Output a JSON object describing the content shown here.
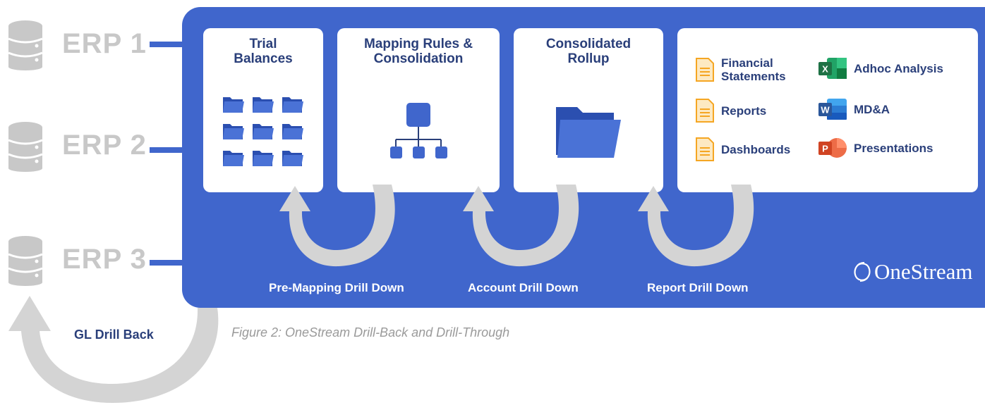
{
  "erps": [
    "ERP 1",
    "ERP 2",
    "ERP 3"
  ],
  "cards": {
    "trial": "Trial\nBalances",
    "mapping": "Mapping Rules &\nConsolidation",
    "rollup": "Consolidated\nRollup"
  },
  "outputs": {
    "financial_statements": "Financial\nStatements",
    "reports": "Reports",
    "dashboards": "Dashboards",
    "adhoc": "Adhoc Analysis",
    "mda": "MD&A",
    "presentations": "Presentations"
  },
  "drills": {
    "pre_mapping": "Pre-Mapping Drill Down",
    "account": "Account Drill Down",
    "report": "Report Drill Down",
    "gl": "GL Drill Back"
  },
  "brand": "OneStream",
  "caption": "Figure 2: OneStream Drill-Back and Drill-Through",
  "colors": {
    "panel": "#4066cc",
    "text_dark": "#2a3f7a",
    "erp_gray": "#c8c8c8",
    "arrow_gray": "#d0d0d0",
    "doc_orange": "#f5a623",
    "excel_green": "#1e7145",
    "word_blue": "#2b579a",
    "ppt_red": "#d04423"
  },
  "icons": [
    "database-icon",
    "folder-icon",
    "hierarchy-icon",
    "document-icon",
    "excel-icon",
    "word-icon",
    "powerpoint-icon",
    "onestream-logo-icon",
    "curved-arrow-icon"
  ]
}
